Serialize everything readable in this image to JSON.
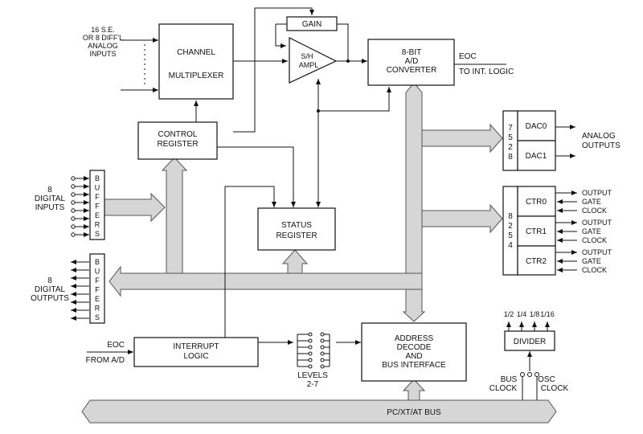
{
  "analog_inputs": [
    "16 S.E.",
    "OR 8 DIFF'L",
    "ANALOG",
    "INPUTS"
  ],
  "mux": [
    "CHANNEL",
    "MULTIPLEXER"
  ],
  "gain": "GAIN",
  "sh_amp": [
    "S/H",
    "AMPL"
  ],
  "adc": [
    "8-BIT",
    "A/D",
    "CONVERTER"
  ],
  "eoc_out": [
    "EOC",
    "TO INT. LOGIC"
  ],
  "control_register": [
    "CONTROL",
    "REGISTER"
  ],
  "status_register": [
    "STATUS",
    "REGISTER"
  ],
  "dac_chip": [
    "7",
    "5",
    "2",
    "8"
  ],
  "dacs": [
    "DAC0",
    "DAC1"
  ],
  "analog_outputs": [
    "ANALOG",
    "OUTPUTS"
  ],
  "timer_chip": [
    "8",
    "2",
    "5",
    "4"
  ],
  "counters": [
    {
      "name": "CTR0",
      "signals": [
        "OUTPUT",
        "GATE",
        "CLOCK"
      ]
    },
    {
      "name": "CTR1",
      "signals": [
        "OUTPUT",
        "GATE",
        "CLOCK"
      ]
    },
    {
      "name": "CTR2",
      "signals": [
        "OUTPUT",
        "GATE",
        "CLOCK"
      ]
    }
  ],
  "digital_inputs": [
    "8",
    "DIGITAL",
    "INPUTS"
  ],
  "digital_outputs": [
    "8",
    "DIGITAL",
    "OUTPUTS"
  ],
  "buffers_letters": [
    "B",
    "U",
    "F",
    "F",
    "E",
    "R",
    "S"
  ],
  "eoc_in": [
    "EOC",
    "FROM A/D"
  ],
  "interrupt_logic": [
    "INTERRUPT",
    "LOGIC"
  ],
  "levels": [
    "LEVELS",
    "2-7"
  ],
  "address_decode": [
    "ADDRESS",
    "DECODE",
    "AND",
    "BUS INTERFACE"
  ],
  "divider": "DIVIDER",
  "divider_outputs": [
    "1/2",
    "1/4",
    "1/8",
    "1/16"
  ],
  "bus_clock": [
    "BUS",
    "CLOCK"
  ],
  "osc_clock": [
    "OSC",
    "CLOCK"
  ],
  "pc_bus": "PC/XT/AT BUS"
}
